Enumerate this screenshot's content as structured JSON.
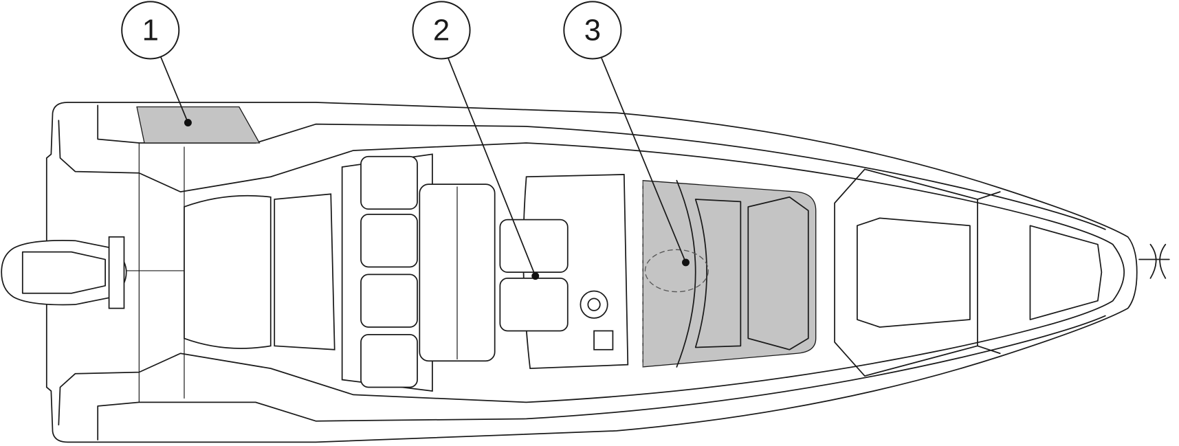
{
  "diagram": {
    "subject": "boat-top-view",
    "callouts": [
      {
        "label": "1"
      },
      {
        "label": "2"
      },
      {
        "label": "3"
      }
    ],
    "colors": {
      "highlight": "#c4c4c4",
      "line": "#1a1a1a"
    }
  }
}
